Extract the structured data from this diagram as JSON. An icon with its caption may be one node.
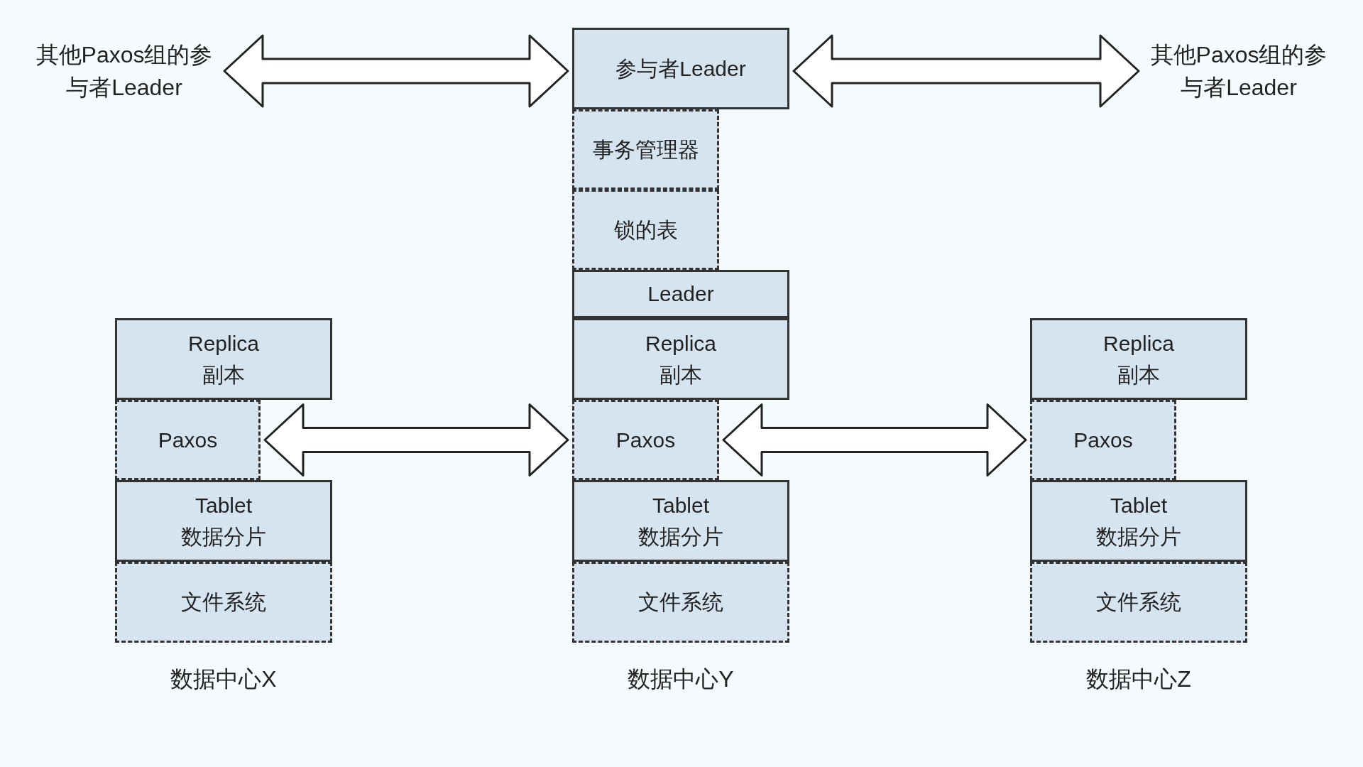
{
  "diagram": {
    "nodes": [
      {
        "text": [
          "其他Paxos组的参与者Leader"
        ]
      },
      {
        "text": [
          "参与者Leader"
        ]
      },
      {
        "text": [
          "其他Paxos组的参与者Leader"
        ]
      },
      {
        "text": [
          "事务管理器"
        ]
      },
      {
        "text": [
          "锁的表"
        ]
      },
      {
        "text": [
          "Leader"
        ]
      },
      {
        "text": [
          "Replica",
          "副本"
        ]
      },
      {
        "text": [
          "Paxos"
        ]
      },
      {
        "text": [
          "Tablet",
          "数据分片"
        ]
      },
      {
        "text": [
          "文件系统"
        ]
      },
      {
        "text": [
          "Replica",
          "副本"
        ]
      },
      {
        "text": [
          "Paxos"
        ]
      },
      {
        "text": [
          "Tablet",
          "数据分片"
        ]
      },
      {
        "text": [
          "文件系统"
        ]
      },
      {
        "text": [
          "Replica",
          "副本"
        ]
      },
      {
        "text": [
          "Paxos"
        ]
      },
      {
        "text": [
          "Tablet",
          "数据分片"
        ]
      },
      {
        "text": [
          "文件系统"
        ]
      }
    ],
    "edges": [
      {
        "from": 0,
        "to": 1,
        "arrow": "both"
      },
      {
        "from": 1,
        "to": 2,
        "arrow": "both"
      },
      {
        "from": 7,
        "to": 11,
        "arrow": "both"
      },
      {
        "from": 11,
        "to": 15,
        "arrow": "both"
      }
    ],
    "labels": [
      "数据中心X",
      "数据中心Y",
      "数据中心Z"
    ]
  }
}
